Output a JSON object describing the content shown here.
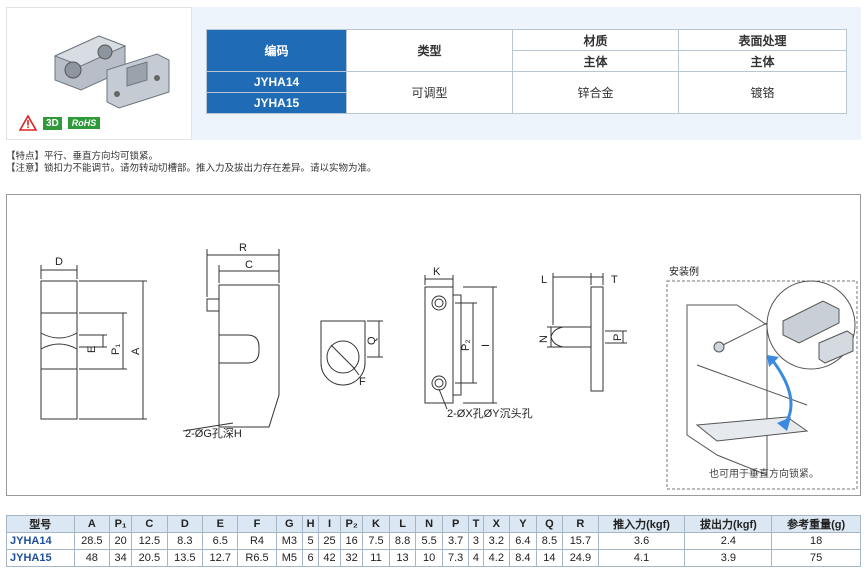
{
  "badges": {
    "three_d": "3D",
    "rohs": "RoHS"
  },
  "spec": {
    "col_code": "编码",
    "col_type": "类型",
    "col_material": "材质",
    "col_surface": "表面处理",
    "sub_main_material": "主体",
    "sub_main_surface": "主体",
    "codes": [
      "JYHA14",
      "JYHA15"
    ],
    "type_value": "可调型",
    "material_value": "锌合金",
    "surface_value": "镀铬"
  },
  "notes": {
    "feature": "【特点】平行、垂直方向均可锁紧。",
    "caution": "【注意】锁扣力不能调节。请勿转动切槽部。推入力及拔出力存在差异。请以实物为准。"
  },
  "drawing": {
    "labels": {
      "D": "D",
      "E": "E",
      "P1": "P₁",
      "A": "A",
      "R": "R",
      "C": "C",
      "G_hole": "2-ØG孔深H",
      "Q": "Q",
      "F": "F",
      "K": "K",
      "P2": "P₂",
      "I": "I",
      "XY_hole": "2-ØX孔ØY沉头孔",
      "L": "L",
      "T": "T",
      "N": "N",
      "P": "P",
      "install_title": "安装例",
      "install_note": "也可用于垂直方向锁紧。"
    }
  },
  "dims": {
    "headers": [
      "型号",
      "A",
      "P₁",
      "C",
      "D",
      "E",
      "F",
      "G",
      "H",
      "I",
      "P₂",
      "K",
      "L",
      "N",
      "P",
      "T",
      "X",
      "Y",
      "Q",
      "R",
      "推入力(kgf)",
      "拔出力(kgf)",
      "参考重量(g)"
    ],
    "rows": [
      [
        "JYHA14",
        "28.5",
        "20",
        "12.5",
        "8.3",
        "6.5",
        "R4",
        "M3",
        "5",
        "25",
        "16",
        "7.5",
        "8.8",
        "5.5",
        "3.7",
        "3",
        "3.2",
        "6.4",
        "8.5",
        "15.7",
        "3.6",
        "2.4",
        "18"
      ],
      [
        "JYHA15",
        "48",
        "34",
        "20.5",
        "13.5",
        "12.7",
        "R6.5",
        "M5",
        "6",
        "42",
        "32",
        "11",
        "13",
        "10",
        "7.3",
        "4",
        "4.2",
        "8.4",
        "14",
        "24.9",
        "4.1",
        "3.9",
        "75"
      ]
    ]
  }
}
